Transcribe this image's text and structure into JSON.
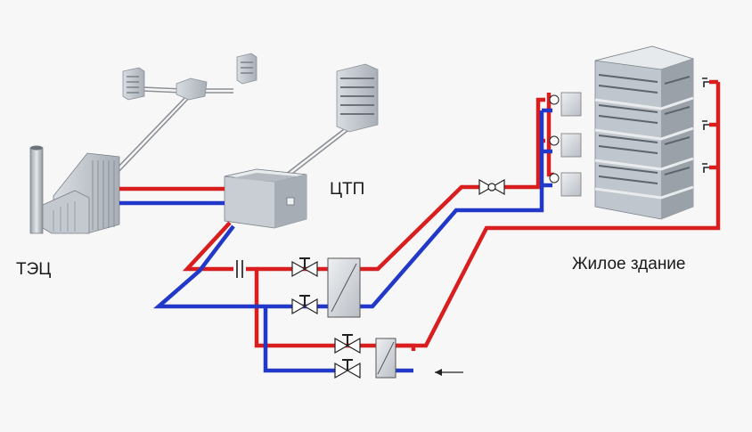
{
  "labels": {
    "tec": "ТЭЦ",
    "ctp": "ЦТП",
    "building": "Жилое здание"
  },
  "colors": {
    "supply": "#d81e1e",
    "return": "#2238c8",
    "background": "#f7f7f7"
  },
  "icons": [
    "power-plant-icon",
    "central-heating-station-icon",
    "residential-building-icon",
    "valve-icon",
    "heat-exchanger-icon",
    "radiator-icon",
    "water-tap-icon",
    "flow-arrow-icon"
  ]
}
